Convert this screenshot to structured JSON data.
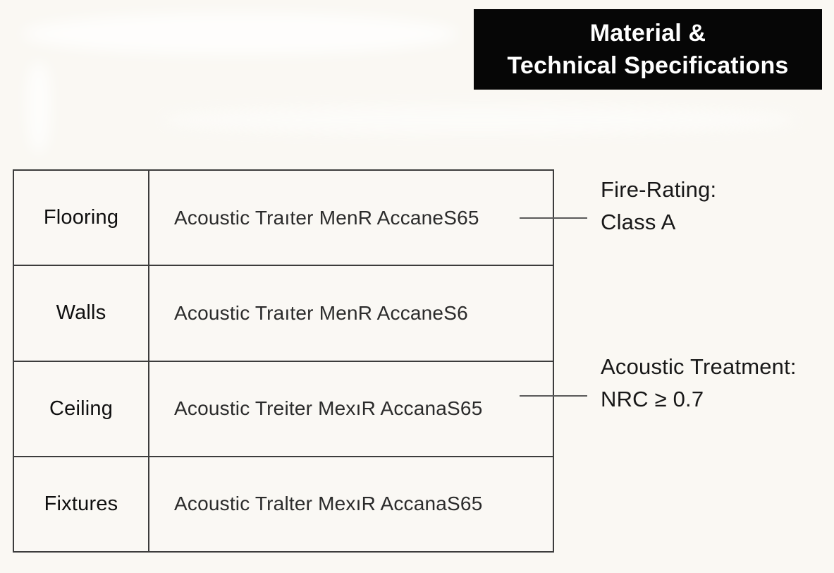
{
  "page": {
    "background_color": "#faf8f3",
    "border_color": "#3c3c3c",
    "connector_color": "#5a5a5a"
  },
  "header": {
    "title_line1": "Material &",
    "title_line2": "Technical Specifications",
    "background_color": "#060606",
    "text_color": "#ffffff"
  },
  "table": {
    "rows": [
      {
        "label": "Flooring",
        "value": "Acoustic Traıter MenR AccaneS65"
      },
      {
        "label": "Walls",
        "value": "Acoustic Traıter MenR AccaneS6"
      },
      {
        "label": "Ceiling",
        "value": "Acoustic Treiter MexıR AccanaS65"
      },
      {
        "label": "Fixtures",
        "value": "Acoustic Tralter MexıR AccanaS65"
      }
    ]
  },
  "annotations": [
    {
      "title": "Fire-Rating:",
      "value": "Class A",
      "connects_to_row": "Flooring"
    },
    {
      "title": "Acoustic Treatment:",
      "value": "NRC ≥ 0.7",
      "connects_to_row": "Ceiling"
    }
  ]
}
